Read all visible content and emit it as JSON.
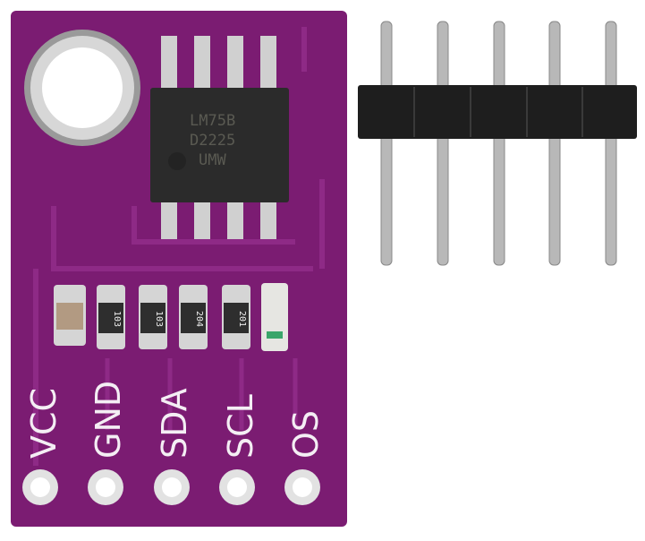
{
  "board": {
    "chip_marking": [
      "LM75B",
      "D2225",
      "UMW"
    ],
    "resistor_codes": [
      "103",
      "103",
      "204",
      "201"
    ],
    "pin_labels": [
      "VCC",
      "GND",
      "SDA",
      "SCL",
      "OS"
    ],
    "colors": {
      "pcb": "#7b1c72",
      "trace": "#8e2a86",
      "chip": "#2a2a2a",
      "pad": "#d8d8d8"
    }
  },
  "header": {
    "pin_count": 5
  }
}
